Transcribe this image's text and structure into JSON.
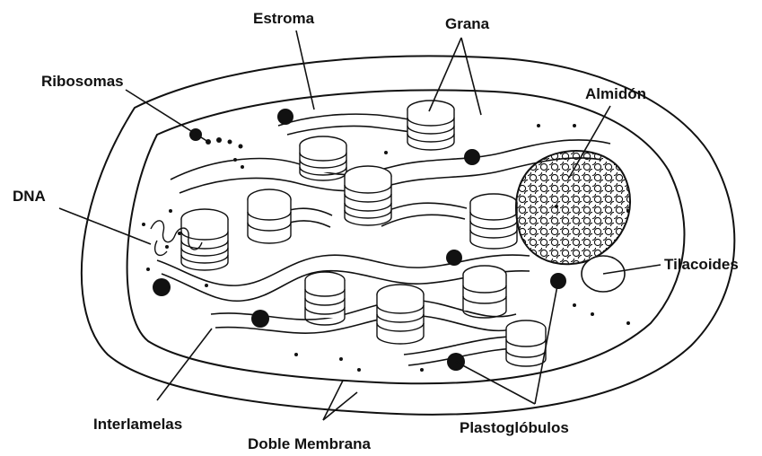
{
  "labels": {
    "estroma": "Estroma",
    "grana": "Grana",
    "ribosomas": "Ribosomas",
    "almidon": "Almidón",
    "dna": "DNA",
    "tilacoides": "Tilacoides",
    "interlamelas": "Interlamelas",
    "doble_membrana": "Doble Membrana",
    "plastoglobulos": "Plastoglóbulos"
  },
  "colors": {
    "line": "#111111",
    "background": "#ffffff",
    "stroma_fill": "#ffffff"
  }
}
